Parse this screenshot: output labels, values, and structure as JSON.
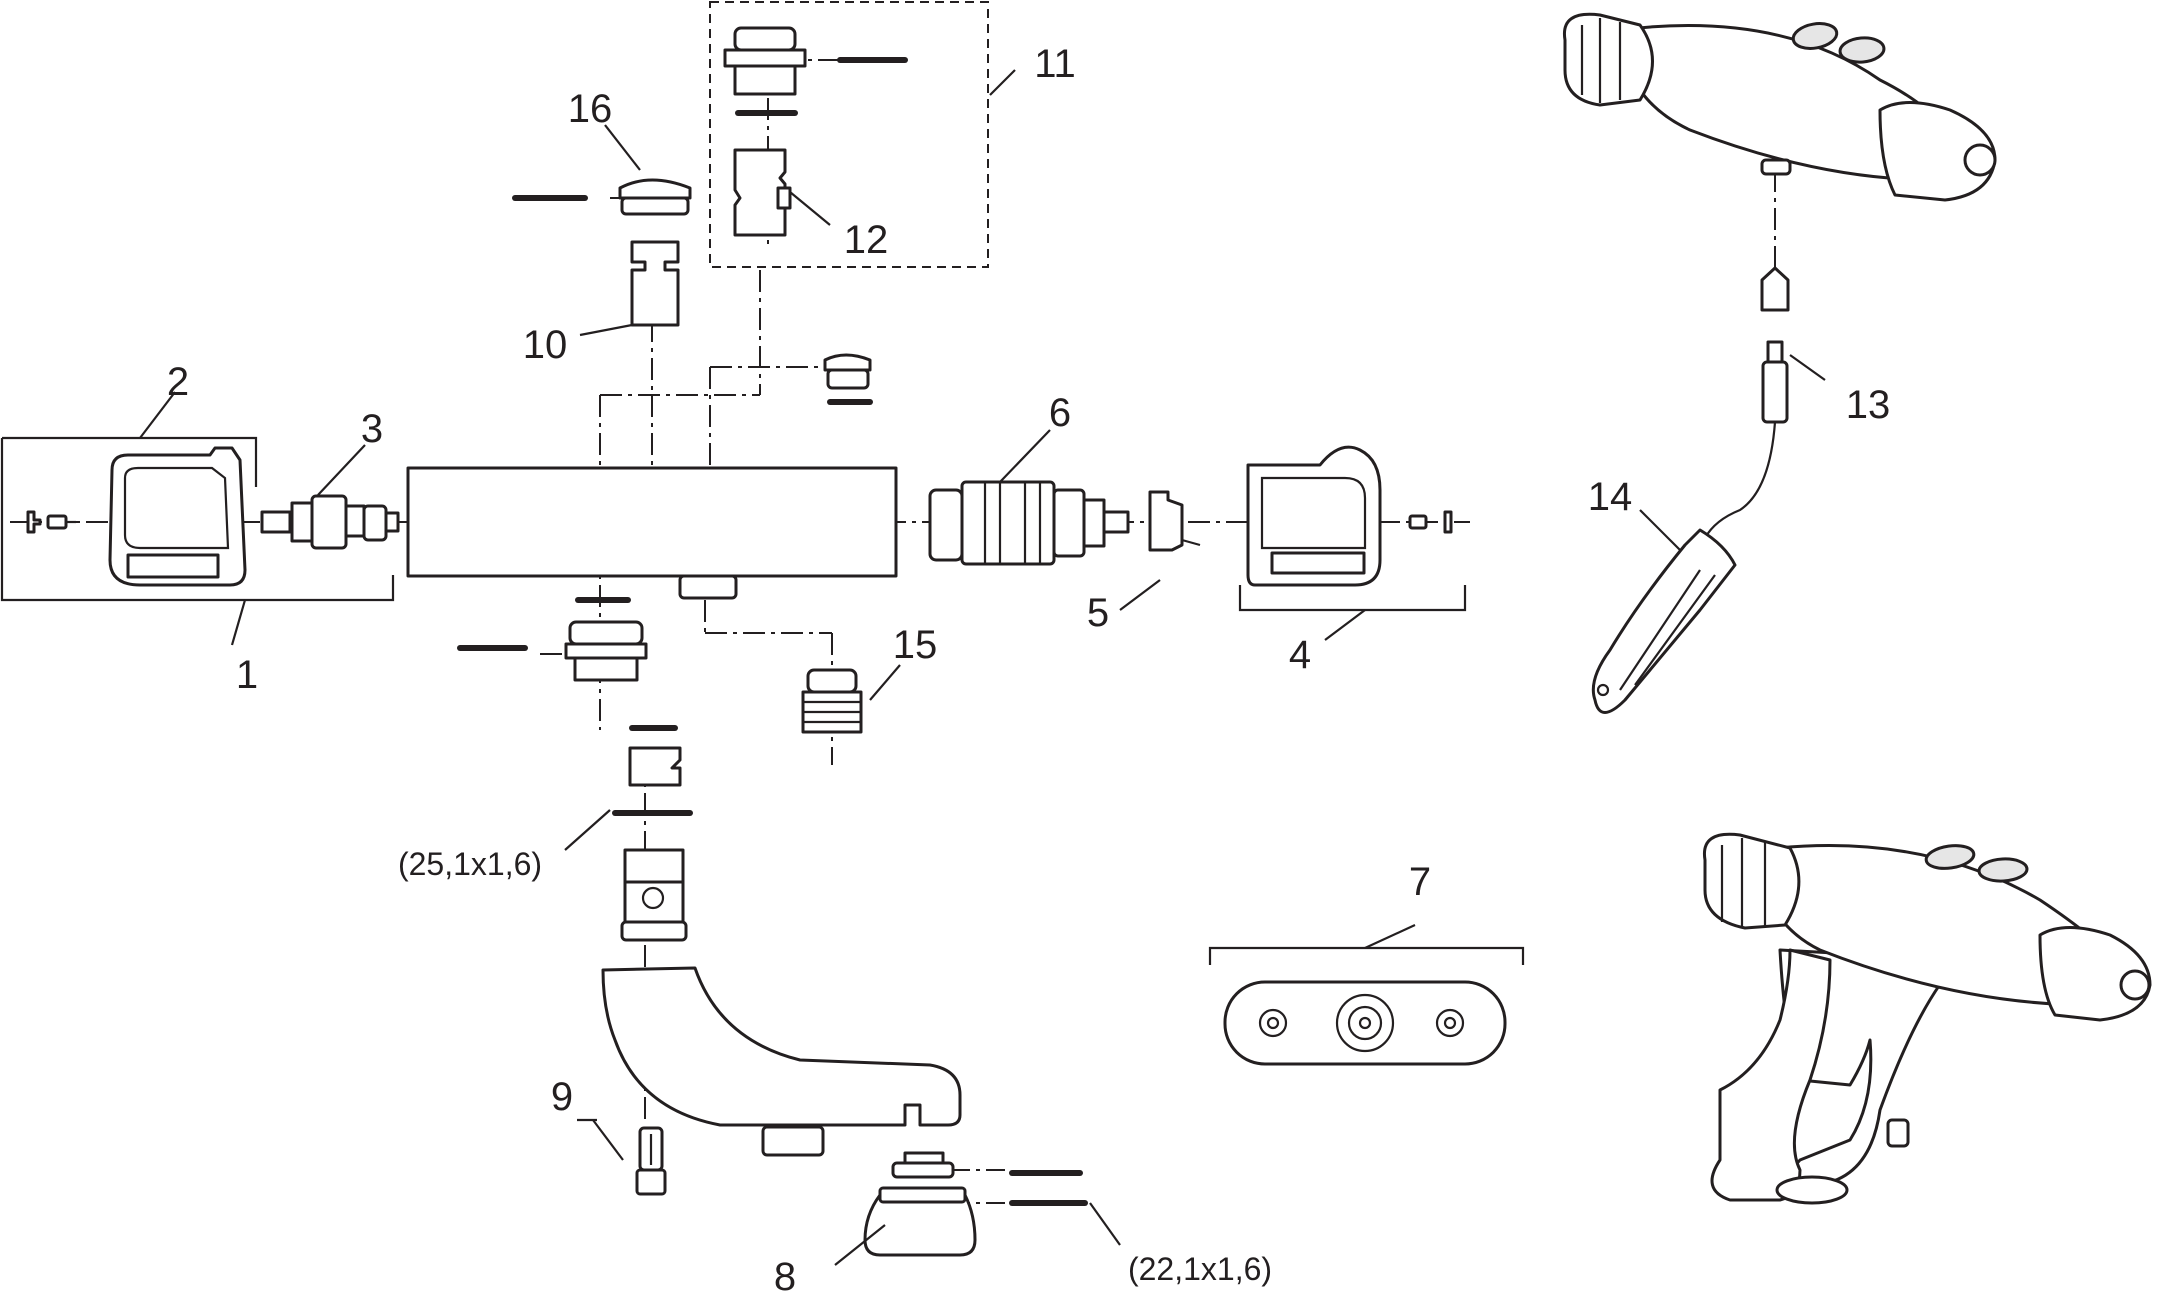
{
  "callouts": {
    "c1": "1",
    "c2": "2",
    "c3": "3",
    "c4": "4",
    "c5": "5",
    "c6": "6",
    "c7": "7",
    "c8": "8",
    "c9": "9",
    "c10": "10",
    "c11": "11",
    "c12": "12",
    "c13": "13",
    "c14": "14",
    "c15": "15",
    "c16": "16"
  },
  "dimensions": {
    "seal_large": "(25,1x1,6)",
    "seal_small": "(22,1x1,6)"
  }
}
